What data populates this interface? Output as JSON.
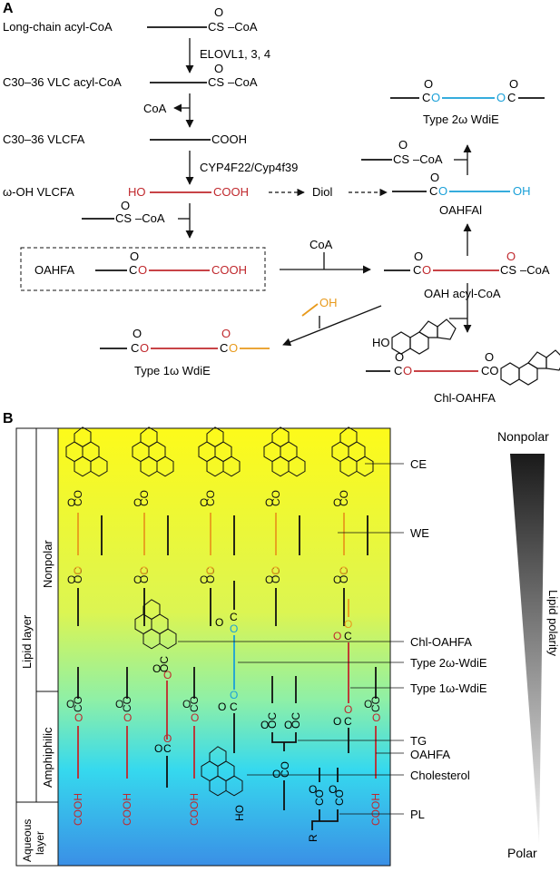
{
  "panel_a": {
    "label": "A",
    "row_long_chain": "Long-chain acyl-CoA",
    "enzyme_elovl": "ELOVL1, 3, 4",
    "row_c30_acyl": "C30–36 VLC acyl-CoA",
    "coa_release": "CoA",
    "row_c30_vlcfa": "C30–36 VLCFA",
    "enzyme_cyp": "CYP4F22/Cyp4f39",
    "row_omega": "ω-OH VLCFA",
    "diol": "Diol",
    "oahfa": "OAHFA",
    "coa_in": "CoA",
    "oah_acyl_coa": "OAH acyl-CoA",
    "oahfal": "OAHFAl",
    "type2_wdie": "Type 2ω WdiE",
    "type1_wdie": "Type 1ω WdiE",
    "chl_oahfa": "Chl-OAHFA",
    "chem": {
      "O": "O",
      "C": "C",
      "CS": "CS",
      "CoA": "–CoA",
      "COOH": "COOH",
      "HO": "HO",
      "OH": "OH",
      "CO": "CO",
      "OC": "OC",
      "R": "R"
    }
  },
  "panel_b": {
    "label": "B",
    "lipid_layer": "Lipid layer",
    "nonpolar_sub": "Nonpolar",
    "amphiphilic_sub": "Amphiphilic",
    "aqueous_layer": "Aqueous\nlayer",
    "callouts": {
      "ce": "CE",
      "we": "WE",
      "chl_oahfa": "Chl-OAHFA",
      "type2": "Type 2ω-WdiE",
      "type1": "Type 1ω-WdiE",
      "tg": "TG",
      "oahfa": "OAHFA",
      "cholesterol": "Cholesterol",
      "pl": "PL"
    },
    "polarity_top": "Nonpolar",
    "polarity_axis": "Lipid polarity",
    "polarity_bottom": "Polar"
  },
  "colors": {
    "red": "#c0282d",
    "blue": "#1aa0d8",
    "orange": "#e89a1c",
    "black": "#111111",
    "gradient_top": "#fdfa1a",
    "gradient_mid": "#c8f06a",
    "gradient_low": "#36d6ee",
    "gradient_bottom": "#3a8fe6"
  }
}
